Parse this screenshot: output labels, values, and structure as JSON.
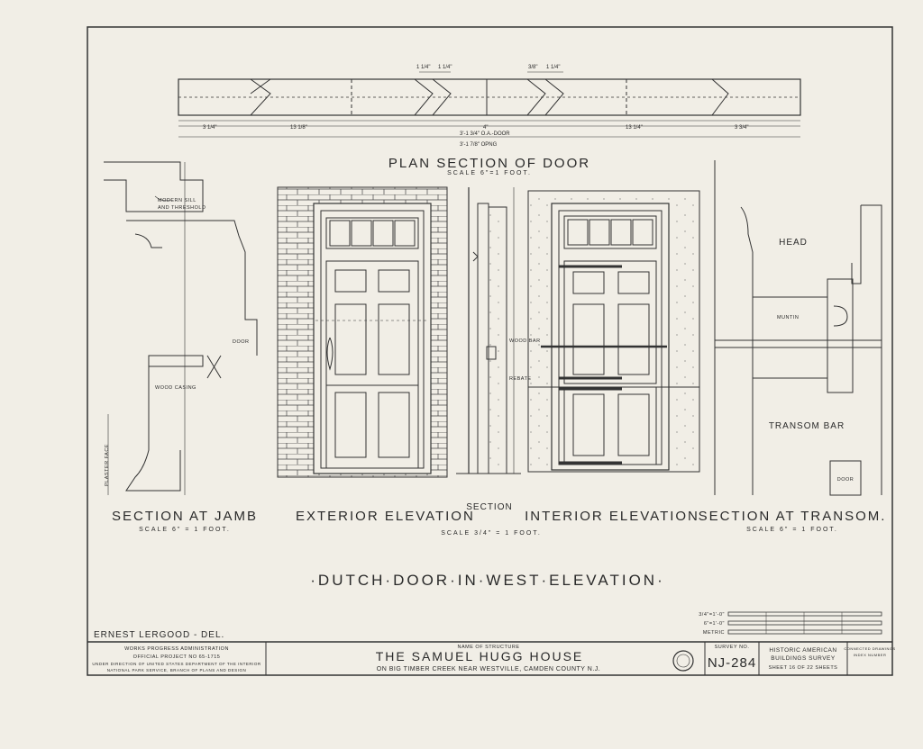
{
  "plan": {
    "title": "PLAN SECTION OF DOOR",
    "scale": "SCALE 6\"=1 FOOT.",
    "dims": [
      "3 1/4\"",
      "13 1/8\"",
      "4\"",
      "13 1/4\"",
      "3 3/4\""
    ],
    "overall1": "3'-1 3/4\" O.A.-DOOR",
    "overall2": "3'-1 7/8\" OPNG",
    "top_dims": [
      "1 1/4\"",
      "1 1/4\"",
      "3/8\"",
      "1 1/4\""
    ]
  },
  "views": {
    "jamb": {
      "title": "SECTION AT JAMB",
      "scale": "SCALE 6\" = 1 FOOT.",
      "note_sill": [
        "MODERN SILL",
        "AND THRESHOLD"
      ],
      "note_casing": "WOOD CASING",
      "note_door": "DOOR",
      "note_plaster": "PLASTER FACE"
    },
    "exterior": {
      "title": "EXTERIOR ELEVATION"
    },
    "section": {
      "title": "SECTION",
      "note_woodbar": "WOOD BAR",
      "note_rebate": "REBATE"
    },
    "interior": {
      "title": "INTERIOR ELEVATION"
    },
    "shared_scale": "SCALE 3/4\" = 1 FOOT.",
    "transom": {
      "title": "SECTION AT TRANSOM.",
      "scale": "SCALE 6\" = 1 FOOT.",
      "label_head": "HEAD",
      "label_muntin": "MUNTIN",
      "label_transom_bar": "TRANSOM BAR",
      "label_door": "DOOR"
    }
  },
  "main_title": "·DUTCH·DOOR·IN·WEST·ELEVATION·",
  "delineator": "ERNEST LERGOOD - DEL.",
  "title_block": {
    "wpa": [
      "WORKS PROGRESS ADMINISTRATION",
      "OFFICIAL PROJECT NO 65-1715",
      "UNDER DIRECTION OF UNITED STATES DEPARTMENT OF THE INTERIOR",
      "NATIONAL PARK SERVICE, BRANCH OF PLANS AND DESIGN"
    ],
    "name_label": "NAME OF STRUCTURE",
    "structure": "THE SAMUEL HUGG HOUSE",
    "location": "ON BIG TIMBER CREEK NEAR WESTVILLE, CAMDEN COUNTY N.J.",
    "survey_label": "SURVEY NO.",
    "survey_no": "NJ-284",
    "habs": [
      "HISTORIC AMERICAN",
      "BUILDINGS SURVEY"
    ],
    "sheet": "SHEET 16 OF 22 SHEETS",
    "index": [
      "CONNECTED DRAWINGS",
      "INDEX NUMBER"
    ]
  },
  "scale_bar": {
    "rows": [
      "3/4\"=1'-0\"",
      "6\"=1'-0\"",
      "METRIC"
    ]
  }
}
